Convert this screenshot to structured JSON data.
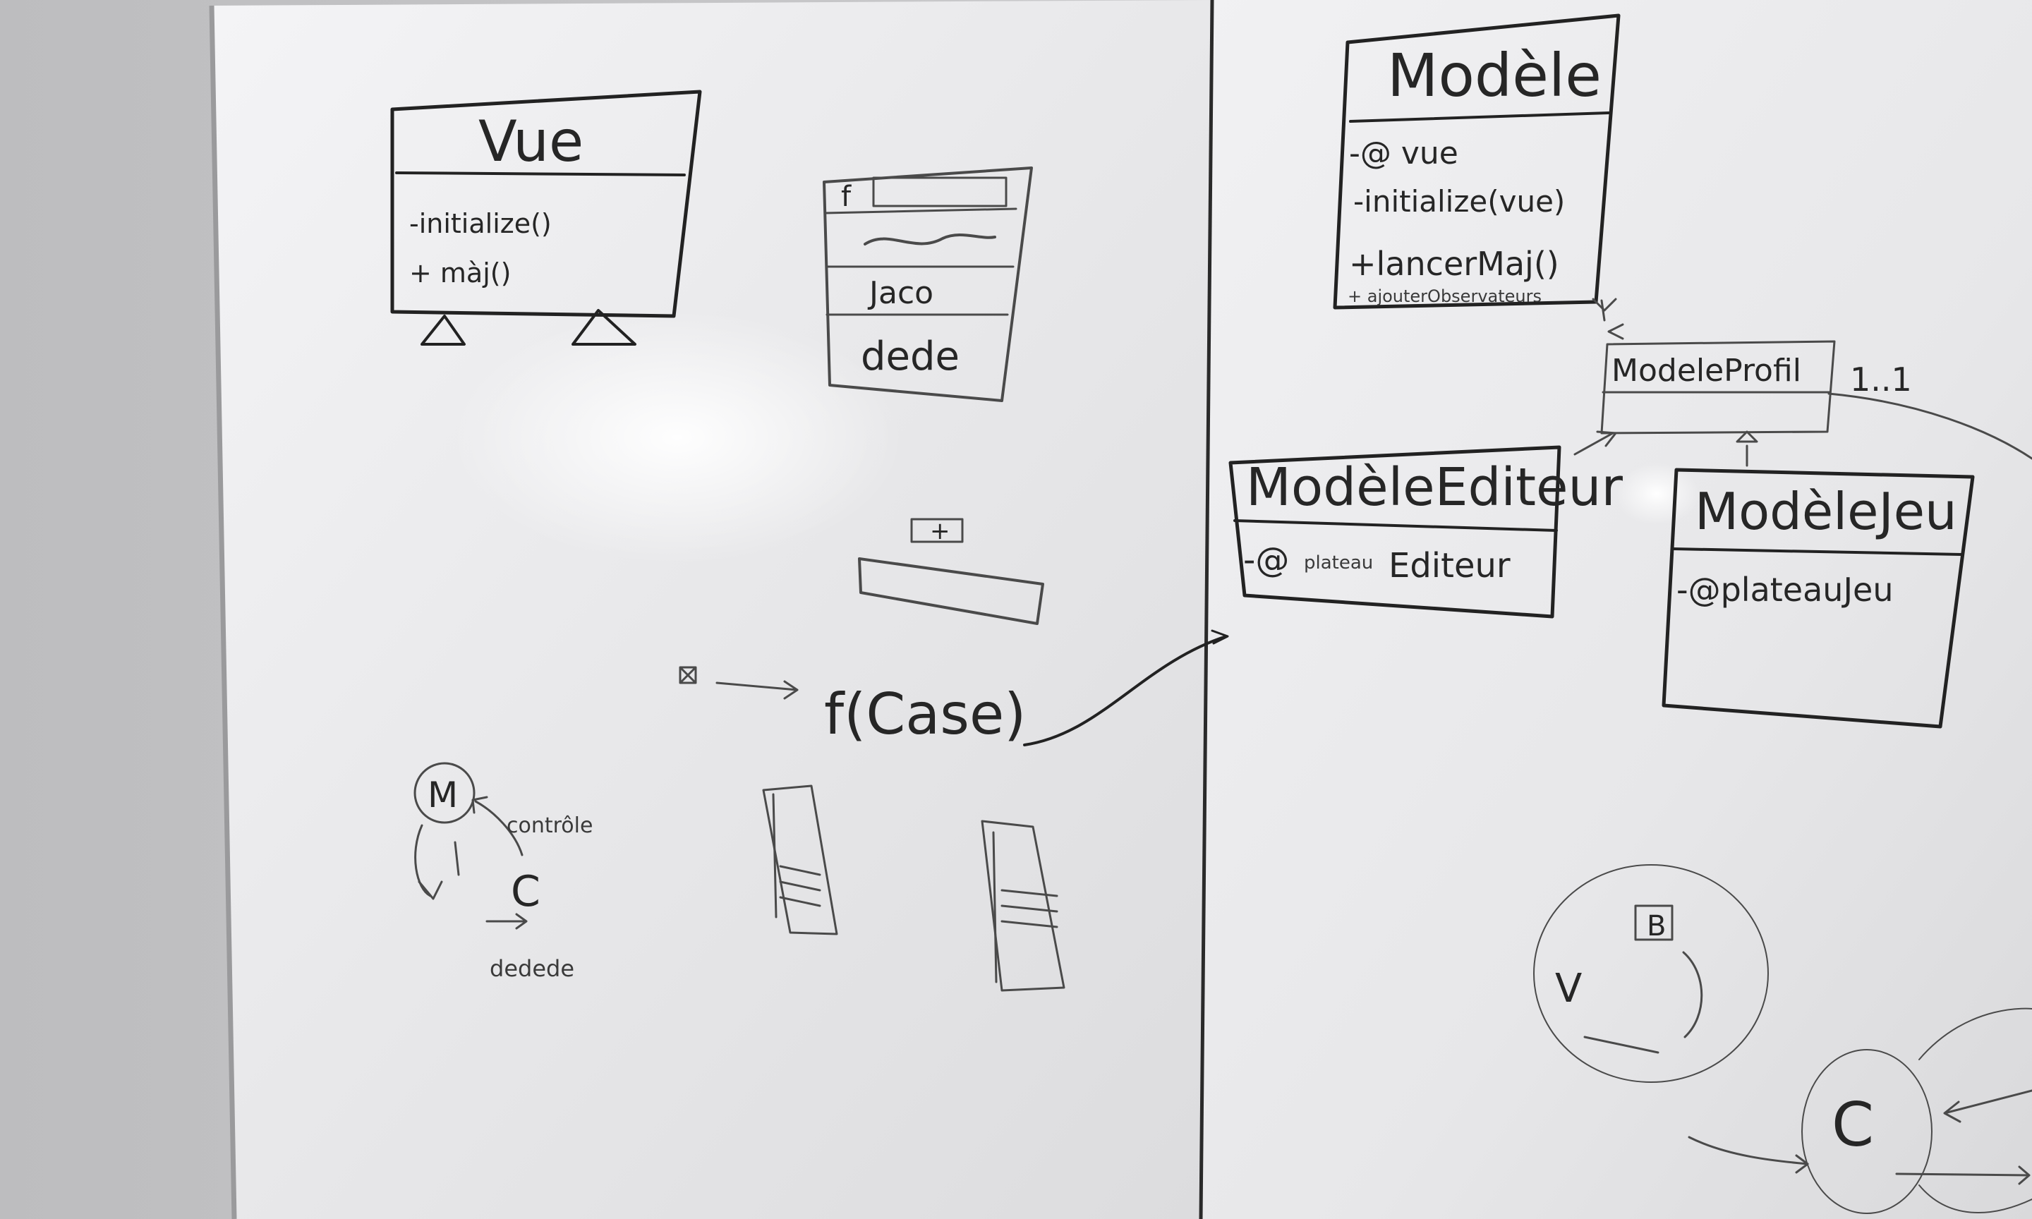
{
  "vue": {
    "title": "Vue",
    "ops": [
      "-initialize()",
      "+ màj()"
    ]
  },
  "list_widget": {
    "f_label": "f",
    "items": [
      "Jaco",
      "dede"
    ]
  },
  "plus_label": "+",
  "function_call": "f(Case)",
  "mvc": {
    "m": "M",
    "c": "C",
    "label_controle": "contrôle",
    "label_bottom": "dedede"
  },
  "modele": {
    "title": "Modèle",
    "attrs": [
      "-@ vue",
      "-initialize(vue)",
      "+lancerMaj()",
      "+ ajouterObservateurs"
    ]
  },
  "modele_profil": {
    "title": "ModeleProfil",
    "multiplicity": "1..1"
  },
  "modele_editeur": {
    "title": "ModèleEditeur",
    "attr_prefix": "-@",
    "attr_small": "plateau",
    "attr_big": "Editeur"
  },
  "modele_jeu": {
    "title": "ModèleJeu",
    "attr": "-@plateauJeu"
  },
  "circle_sketch": {
    "b": "B",
    "v": "V",
    "c": "C"
  }
}
